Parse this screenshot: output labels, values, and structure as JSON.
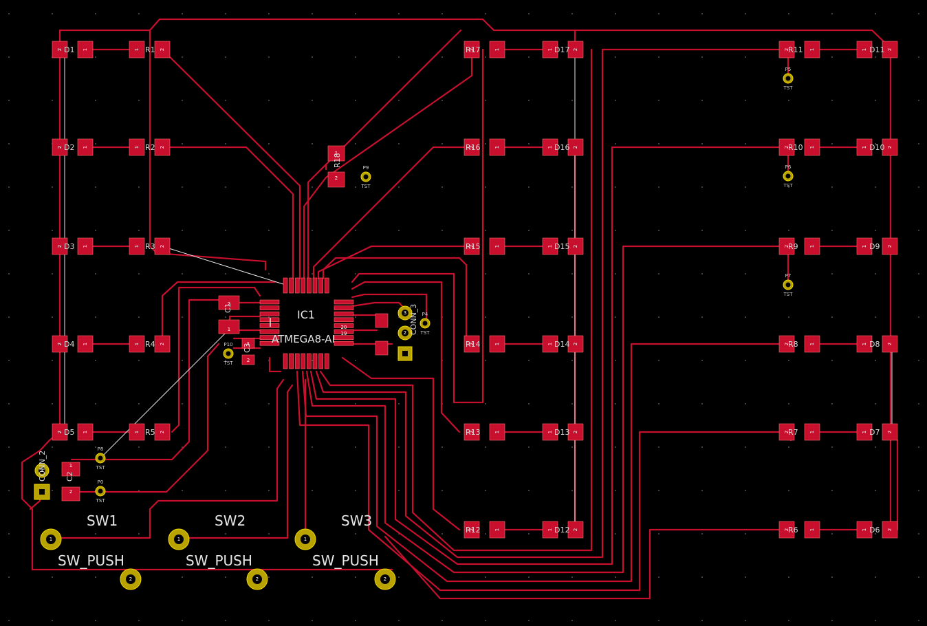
{
  "pcb": {
    "ic": {
      "ref": "IC1",
      "value": "ATMEGA8-AI"
    },
    "pad_numbers": {
      "one": "1",
      "two": "2",
      "three": "3",
      "twenty": "20",
      "nineteen": "19"
    },
    "test_label": "TST",
    "led_rows_left": [
      {
        "led": "D1",
        "res": "R1"
      },
      {
        "led": "D2",
        "res": "R2"
      },
      {
        "led": "D3",
        "res": "R3"
      },
      {
        "led": "D4",
        "res": "R4"
      },
      {
        "led": "D5",
        "res": "R5"
      }
    ],
    "led_rows_mid": [
      {
        "res": "R17",
        "led": "D17"
      },
      {
        "res": "R16",
        "led": "D16"
      },
      {
        "res": "R15",
        "led": "D15"
      },
      {
        "res": "R14",
        "led": "D14"
      },
      {
        "res": "R13",
        "led": "D13"
      },
      {
        "res": "R12",
        "led": "D12"
      }
    ],
    "led_rows_right": [
      {
        "res": "R11",
        "led": "D11"
      },
      {
        "res": "R10",
        "led": "D10"
      },
      {
        "res": "R9",
        "led": "D9"
      },
      {
        "res": "R8",
        "led": "D8"
      },
      {
        "res": "R7",
        "led": "D7"
      },
      {
        "res": "R6",
        "led": "D6"
      }
    ],
    "r18": "R18",
    "c1": "C1",
    "c2": "C2",
    "c3": "C3",
    "test_points": [
      "P0",
      "P4",
      "P5",
      "P6",
      "P7",
      "P8",
      "P9",
      "P10"
    ],
    "connectors": {
      "conn1": "CONN_2",
      "conn2": "CONN_3"
    },
    "switches": [
      {
        "ref": "SW1",
        "value": "SW_PUSH"
      },
      {
        "ref": "SW2",
        "value": "SW_PUSH"
      },
      {
        "ref": "SW3",
        "value": "SW_PUSH"
      }
    ],
    "colors": {
      "copper": "#c8102e",
      "silkscreen": "#e6e6e6",
      "ratsnest": "#e8e8e8",
      "background": "#000000",
      "via_ring": "#f0d800"
    }
  }
}
